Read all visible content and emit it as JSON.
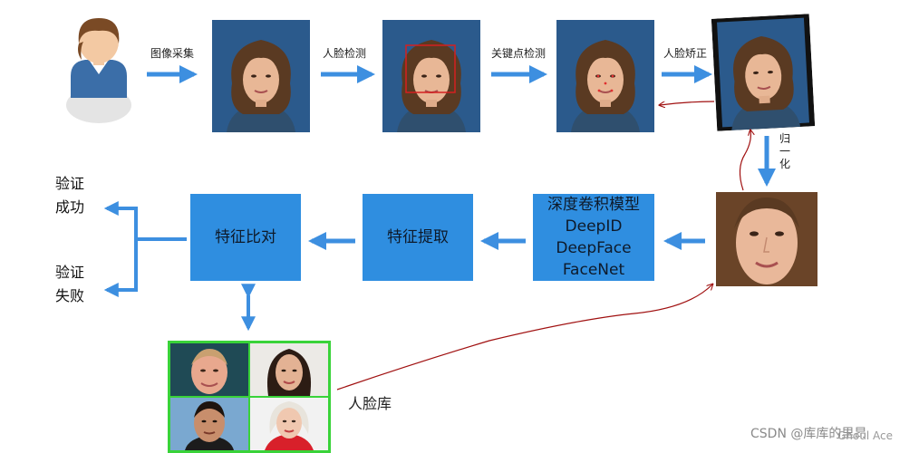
{
  "pipeline": {
    "steps": [
      "图像采集",
      "人脸检测",
      "关键点检测",
      "人脸矫正"
    ],
    "normalize_label": "归一化",
    "model_box_title": "深度卷积模型",
    "models": [
      "DeepID",
      "DeepFace",
      "FaceNet"
    ],
    "extract_box": "特征提取",
    "compare_box": "特征比对",
    "face_library_label": "人脸库"
  },
  "outcomes": {
    "success": [
      "验证",
      "成功"
    ],
    "fail": [
      "验证",
      "失败"
    ]
  },
  "watermark": {
    "main": "CSDN @库库的里昂",
    "overlap": "Ghoul Ace"
  },
  "colors": {
    "box_fill": "#2f8ee0",
    "arrow": "#3d8fe0",
    "library_border": "#39d339",
    "detection_rect": "#d42020",
    "annotation": "#a01010"
  }
}
